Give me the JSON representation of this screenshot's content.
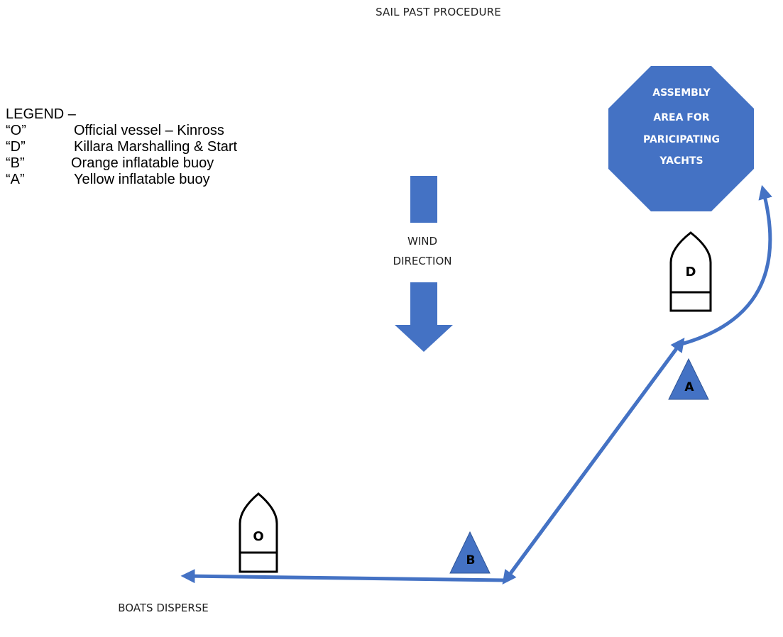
{
  "title": "SAIL PAST PROCEDURE",
  "legend": {
    "heading": "LEGEND –",
    "items": [
      {
        "key": "“O”",
        "desc": "Official vessel – Kinross"
      },
      {
        "key": "“D”",
        "desc": "Killara Marshalling & Start"
      },
      {
        "key": "“B”",
        "desc": "Orange inflatable buoy"
      },
      {
        "key": "“A”",
        "desc": "Yellow inflatable buoy"
      }
    ]
  },
  "wind_label_line1": "WIND",
  "wind_label_line2": "DIRECTION",
  "assembly_area": {
    "line1": "ASSEMBLY",
    "line2": "AREA FOR",
    "line3": "PARICIPATING",
    "line4": "YACHTS"
  },
  "boat_d_label": "D",
  "boat_o_label": "O",
  "buoy_a_label": "A",
  "buoy_b_label": "B",
  "disperse_label": "BOATS  DISPERSE",
  "colors": {
    "accent": "#4472c4",
    "outline": "#000000"
  }
}
